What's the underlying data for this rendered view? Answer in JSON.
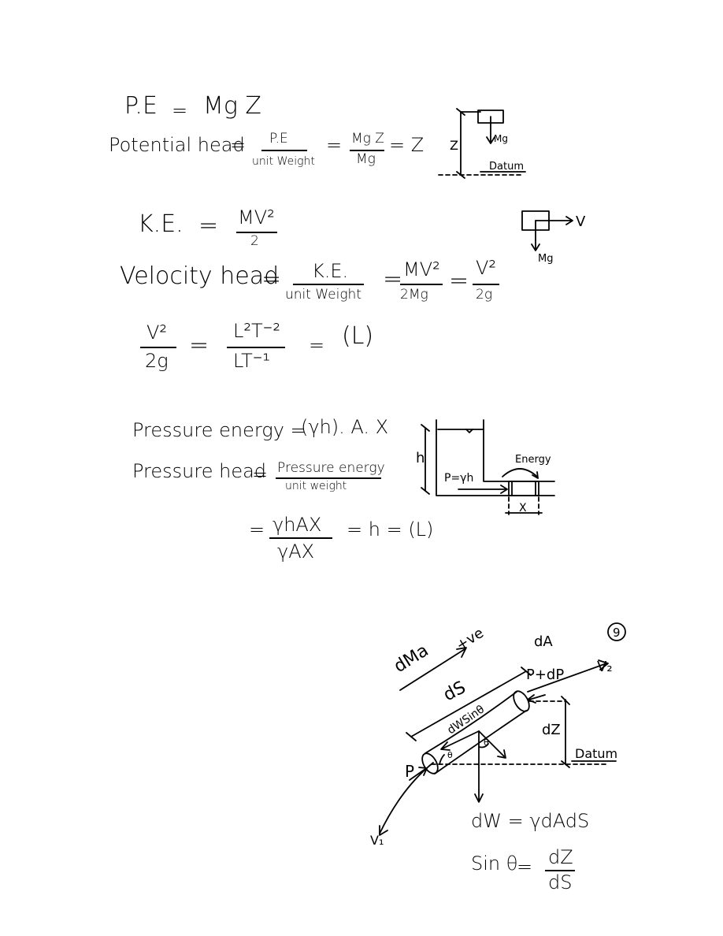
{
  "potential": {
    "pe_lhs": "P.E",
    "eq1": "=",
    "pe_rhs": "Mg Z",
    "head_label": "Potential head",
    "eq2": "=",
    "num": "P.E",
    "den": "unit Weight",
    "eq3": "=",
    "num2": "Mg Z",
    "den2": "Mg",
    "result": "= Z",
    "figure": {
      "z_label": "Z",
      "mg_label": "Mg",
      "datum_label": "Datum"
    }
  },
  "kinetic": {
    "ke_lhs": "K.E.",
    "eq1": "=",
    "ke_num": "MV²",
    "ke_den": "2",
    "head_label": "Velocity head",
    "eq2": "=",
    "num": "K.E.",
    "den": "unit Weight",
    "eq3": "=",
    "num2": "MV²",
    "den2": "2Mg",
    "eq4": "=",
    "num3": "V²",
    "den3": "2g",
    "figure": {
      "v_label": "V",
      "mg_label": "Mg"
    }
  },
  "dimension": {
    "num": "V²",
    "den": "2g",
    "eq1": "=",
    "num2": "L²T⁻²",
    "den2": "LT⁻¹",
    "eq2": "=",
    "result": "(L)"
  },
  "pressure": {
    "energy_label": "Pressure energy =",
    "energy_expr": "(γh). A. X",
    "head_label": "Pressure head",
    "eq1": "=",
    "num": "Pressure energy",
    "den": "unit weight",
    "eq2": "=",
    "num2": "γhAX",
    "den2": "γAX",
    "result": "= h = (L)",
    "figure": {
      "h_label": "h",
      "p_label": "P=γh",
      "energy_label": "Energy",
      "x_label": "X"
    }
  },
  "bernoulli": {
    "page_number": "9",
    "dma_label": "dMa",
    "positive_label": "+ve",
    "ds_label": "dS",
    "da_label": "dA",
    "p_dp_label": "P+dP",
    "v2_label": "V₂",
    "dz_label": "dZ",
    "datum_label": "Datum",
    "p_label": "P",
    "v1_label": "V₁",
    "dwsin_label": "dWSinθ",
    "theta_label": "θ",
    "dw_eq": "dW = γdAdS",
    "sin_lhs": "Sin θ",
    "sin_eq": "=",
    "sin_num": "dZ",
    "sin_den": "dS"
  }
}
